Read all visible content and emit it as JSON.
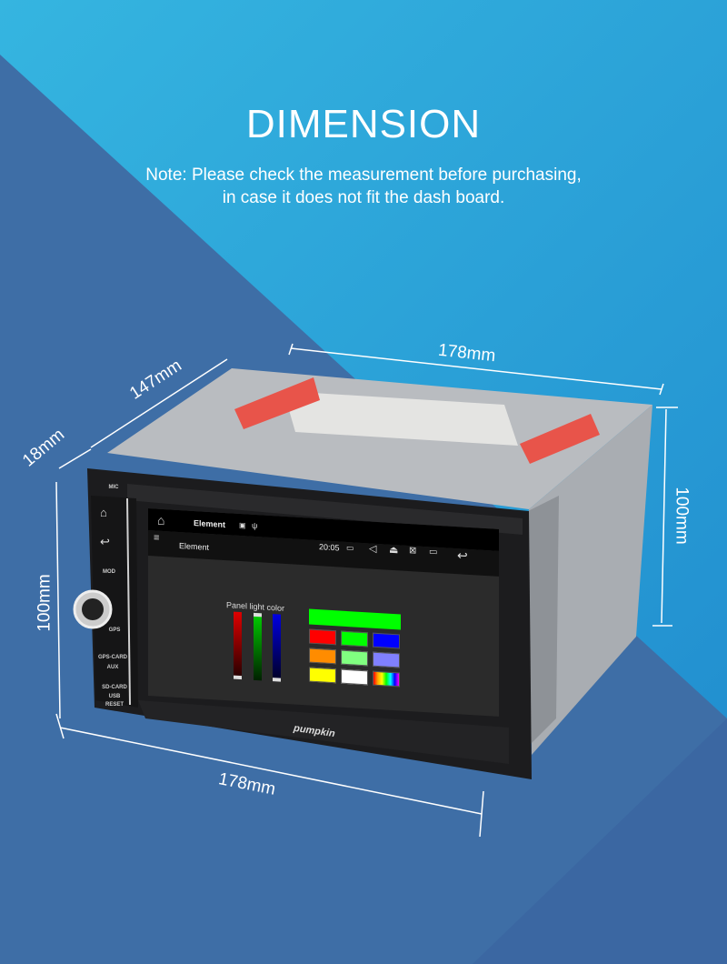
{
  "header": {
    "title": "DIMENSION",
    "note_line1": "Note: Please check the measurement before purchasing,",
    "note_line2": "in case it does not fit the dash board."
  },
  "dimensions": {
    "width_top": "178mm",
    "depth": "147mm",
    "front_depth": "18mm",
    "height_right": "100mm",
    "height_left": "100mm",
    "width_bottom": "178mm"
  },
  "device": {
    "buttons": {
      "mic": "MIC",
      "mod": "MOD",
      "gps": "GPS",
      "gps_card": "GPS-CARD",
      "aux": "AUX",
      "sd_card": "SD-CARD",
      "usb": "USB",
      "reset": "RESET"
    },
    "logo": "pumpkin",
    "screen": {
      "app_title": "Element",
      "sub_title": "Element",
      "time": "20:05",
      "panel_label": "Panel light color",
      "sliders": [
        {
          "color": "#e00000",
          "value": 0.0
        },
        {
          "color": "#00d000",
          "value": 1.0
        },
        {
          "color": "#0000e0",
          "value": 0.0
        }
      ],
      "swatches": [
        "#ff0000",
        "#00ff00",
        "#0000ff",
        "#ff8c00",
        "#80ff80",
        "#8080ff",
        "#ffff00",
        "#ffffff",
        "rainbow"
      ],
      "selected_color": "#00ff00"
    }
  },
  "colors": {
    "bg_light": "#2aa6dc",
    "bg_dark": "#3e6ea6"
  }
}
